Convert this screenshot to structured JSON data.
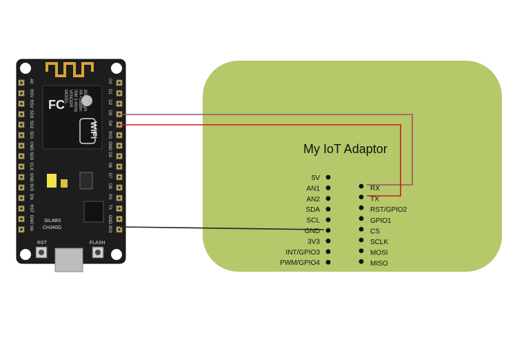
{
  "board": {
    "left_pins": [
      "A0",
      "RSV",
      "RSV",
      "SD3",
      "SD2",
      "SD1",
      "CMD",
      "SD0",
      "CLK",
      "GND",
      "3V3",
      "EN",
      "RST",
      "GND",
      "Vin"
    ],
    "right_pins": [
      "D0",
      "D1",
      "D2",
      "D3",
      "D4",
      "3V3",
      "GND",
      "D5",
      "D6",
      "D7",
      "D8",
      "RX",
      "TX",
      "GND",
      "3V3"
    ],
    "module_text": [
      "MODEL",
      "VENDOR",
      "ISM 2.4GHz",
      "PA +25dBm",
      "802.11b/g/n"
    ],
    "module_mark": "FC",
    "wifi_mark": "WiFi",
    "chip_label": [
      "SILABS",
      "CH340G"
    ],
    "button_left": "RST",
    "button_right": "FLASH"
  },
  "adaptor": {
    "title": "My IoT Adaptor",
    "left_pins": [
      "5V",
      "AN1",
      "AN2",
      "SDA",
      "SCL",
      "GND",
      "3V3",
      "INT/GPIO3",
      "PWM/GPIO4"
    ],
    "right_pins": [
      "RX",
      "TX",
      "RST/GPIO2",
      "GPIO1",
      "CS",
      "SCLK",
      "MOSI",
      "MISO"
    ],
    "fill_color": "#b5c86a"
  },
  "wires": [
    {
      "from": "D3",
      "to": "RX",
      "color": "#a05060"
    },
    {
      "from": "D4",
      "to": "TX",
      "color": "#cc1818"
    },
    {
      "from": "GND",
      "to": "GND",
      "color": "#222222"
    }
  ]
}
